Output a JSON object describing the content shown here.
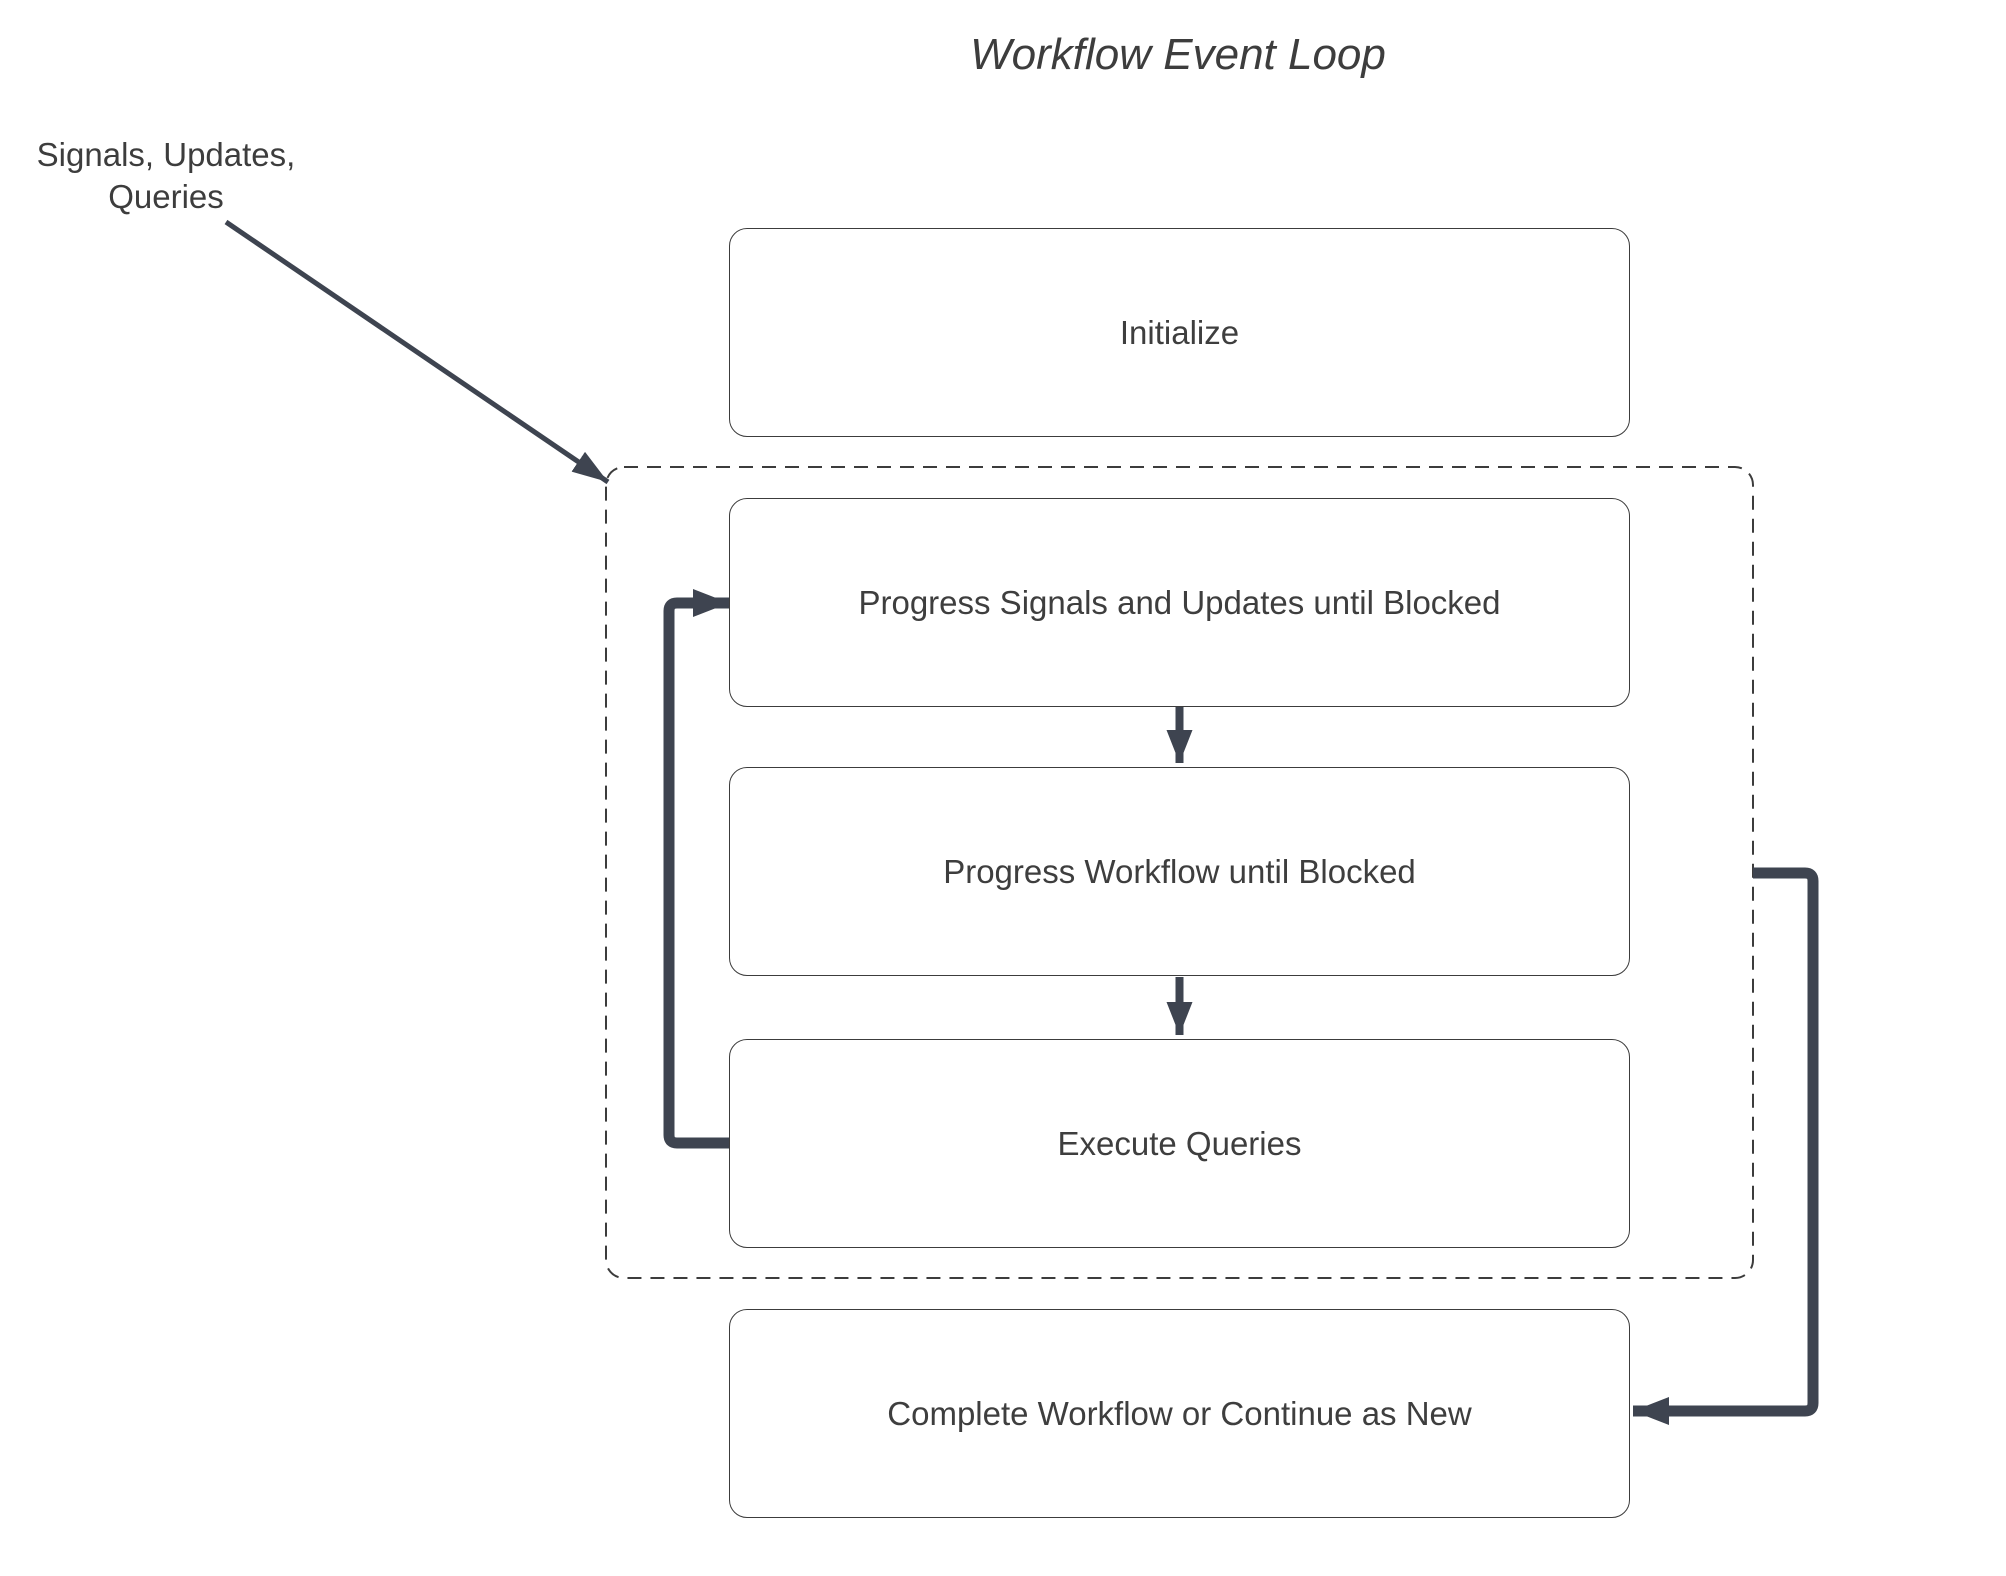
{
  "title": {
    "text": "Workflow Event Loop"
  },
  "annotation": {
    "lines": [
      "Signals, Updates,",
      "Queries"
    ]
  },
  "nodes": [
    {
      "id": "initialize",
      "label": "Initialize"
    },
    {
      "id": "progress-signals",
      "label": "Progress Signals and Updates until Blocked"
    },
    {
      "id": "progress-workflow",
      "label": "Progress Workflow until Blocked"
    },
    {
      "id": "execute-queries",
      "label": "Execute Queries"
    },
    {
      "id": "complete-or-continue",
      "label": "Complete Workflow or Continue as New"
    }
  ],
  "connectors": [
    {
      "name": "signals-input-arrow",
      "from": "signals-updates-queries-label",
      "to": "event-loop-boundary"
    },
    {
      "name": "progress-signals-to-progress-workflow",
      "from": "progress-signals",
      "to": "progress-workflow"
    },
    {
      "name": "progress-workflow-to-execute-queries",
      "from": "progress-workflow",
      "to": "execute-queries"
    },
    {
      "name": "execute-queries-loop-back",
      "from": "execute-queries",
      "to": "progress-signals"
    },
    {
      "name": "event-loop-to-complete",
      "from": "event-loop-boundary",
      "to": "complete-or-continue"
    }
  ],
  "colors": {
    "connector": "#3e4450",
    "node_border": "#3c3c3c",
    "node_fill": "#ffffff",
    "dashed_border": "#3c3c3c",
    "text": "#3e3e3e",
    "background": "#ffffff"
  }
}
